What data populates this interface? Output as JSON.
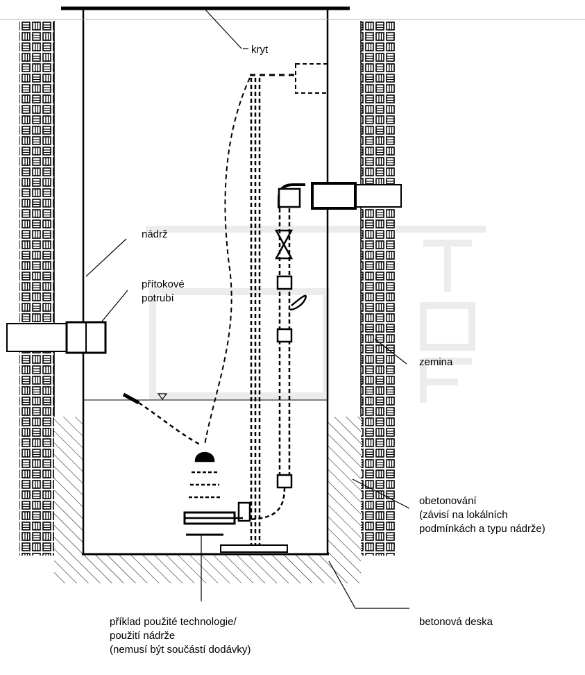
{
  "labels": {
    "cover": "kryt",
    "tank": "nádrž",
    "inflow_line1": "přítokové",
    "inflow_line2": "potrubí",
    "soil": "zemina",
    "concrete_line1": "obetonování",
    "concrete_line2": "(závisí na lokálních",
    "concrete_line3": "podmínkách a typu nádrže)",
    "slab": "betonová deska",
    "tech_line1": "příklad použité technologie/",
    "tech_line2": "použití nádrže",
    "tech_line3": "(nemusí být součástí dodávky)"
  },
  "colors": {
    "line": "#000000",
    "background": "#ffffff",
    "watermark": "#ececec"
  }
}
